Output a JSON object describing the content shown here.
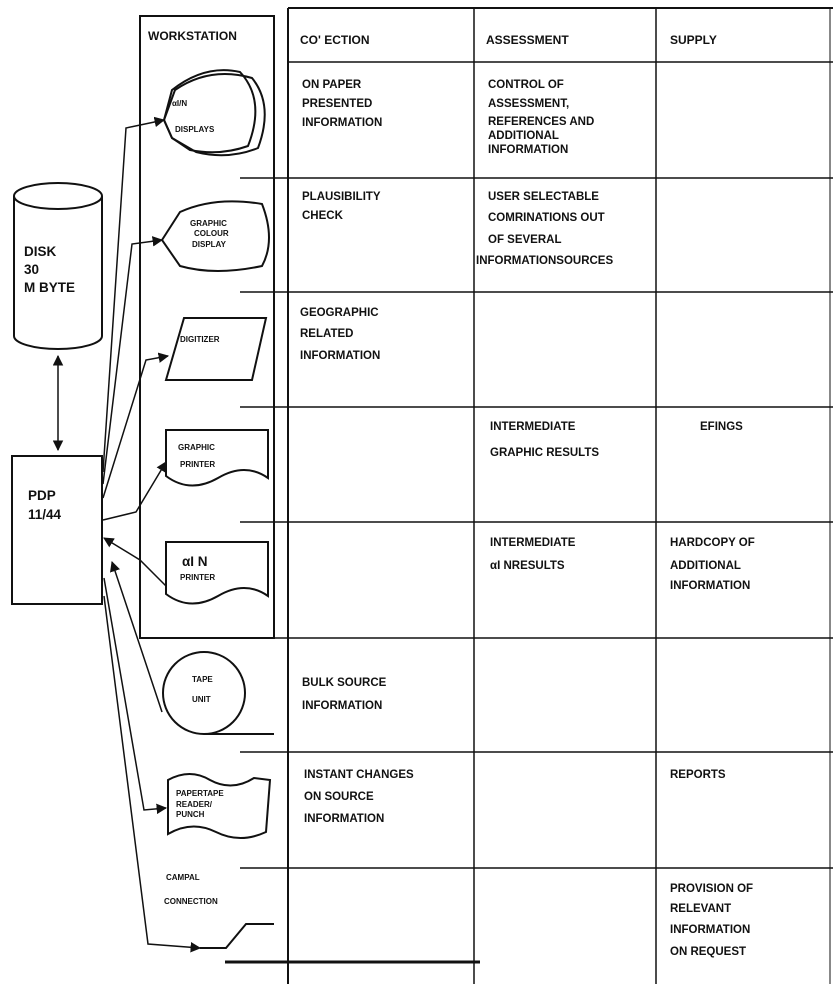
{
  "columns": {
    "workstation": "WORKSTATION",
    "collection": "CO' ECTION",
    "assessment": "ASSESSMENT",
    "supply": "SUPPLY"
  },
  "disk": {
    "lines": [
      "DISK",
      "30",
      "M BYTE"
    ]
  },
  "cpu": {
    "lines": [
      "PDP",
      "11/44"
    ]
  },
  "devices": {
    "alpha_displays": [
      "αI/N",
      "DISPLAYS"
    ],
    "graphic_display": [
      "GRAPHIC",
      "COLOUR",
      "DISPLAY"
    ],
    "digitizer": [
      "DIGITIZER"
    ],
    "graphic_printer": [
      "GRAPHIC",
      "PRINTER"
    ],
    "alpha_printer": [
      "αI N",
      "PRINTER"
    ],
    "tape_unit": [
      "TAPE",
      "UNIT"
    ],
    "papertape": [
      "PAPERTAPE",
      "READER/",
      "PUNCH"
    ],
    "campal": [
      "CAMPAL",
      "CONNECTION"
    ]
  },
  "rows": [
    {
      "collection": [
        "ON PAPER",
        "PRESENTED",
        "INFORMATION"
      ],
      "assessment": [
        "CONTROL OF",
        "ASSESSMENT,",
        "REFERENCES AND",
        "ADDITIONAL",
        "INFORMATION"
      ],
      "supply": []
    },
    {
      "collection": [
        "PLAUSIBILITY",
        "CHECK"
      ],
      "assessment": [
        "USER SELECTABLE",
        "COMRINATIONS OUT",
        "OF SEVERAL",
        "INFORMATIONSOURCES"
      ],
      "supply": []
    },
    {
      "collection": [
        "GEOGRAPHIC",
        "RELATED",
        "INFORMATION"
      ],
      "assessment": [],
      "supply": []
    },
    {
      "collection": [],
      "assessment": [
        "INTERMEDIATE",
        "GRAPHIC RESULTS"
      ],
      "supply": [
        "EFINGS"
      ]
    },
    {
      "collection": [],
      "assessment": [
        "INTERMEDIATE",
        "αI NRESULTS"
      ],
      "supply": [
        "HARDCOPY OF",
        "ADDITIONAL",
        "INFORMATION"
      ]
    },
    {
      "collection": [
        "BULK SOURCE",
        "INFORMATION"
      ],
      "assessment": [],
      "supply": []
    },
    {
      "collection": [
        "INSTANT CHANGES",
        "ON SOURCE",
        "INFORMATION"
      ],
      "assessment": [],
      "supply": [
        "REPORTS"
      ]
    },
    {
      "collection": [],
      "assessment": [],
      "supply": [
        "PROVISION OF",
        "RELEVANT",
        "INFORMATION",
        "ON REQUEST"
      ]
    }
  ]
}
